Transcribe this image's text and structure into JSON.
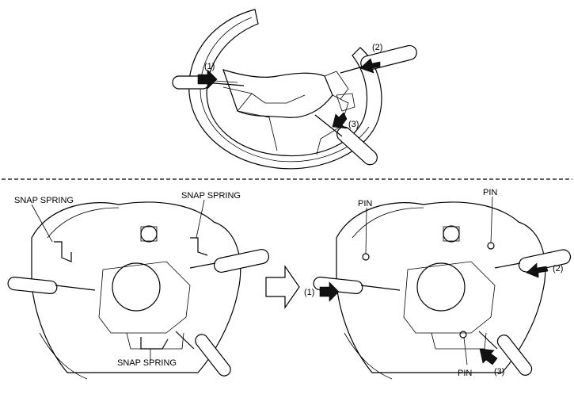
{
  "top_view": {
    "callouts": [
      "(1)",
      "(2)",
      "(3)"
    ]
  },
  "bottom_left": {
    "labels": [
      "SNAP SPRING",
      "SNAP SPRING",
      "SNAP SPRING"
    ]
  },
  "bottom_right": {
    "labels": [
      "PIN",
      "PIN",
      "PIN"
    ],
    "callouts": [
      "(1)",
      "(2)",
      "(3)"
    ]
  },
  "colors": {
    "line": "#000000",
    "background": "#ffffff",
    "arrow_fill": "#111111"
  },
  "icons": [
    "screwdriver-icon",
    "push-arrow-icon",
    "transition-arrow-icon"
  ]
}
